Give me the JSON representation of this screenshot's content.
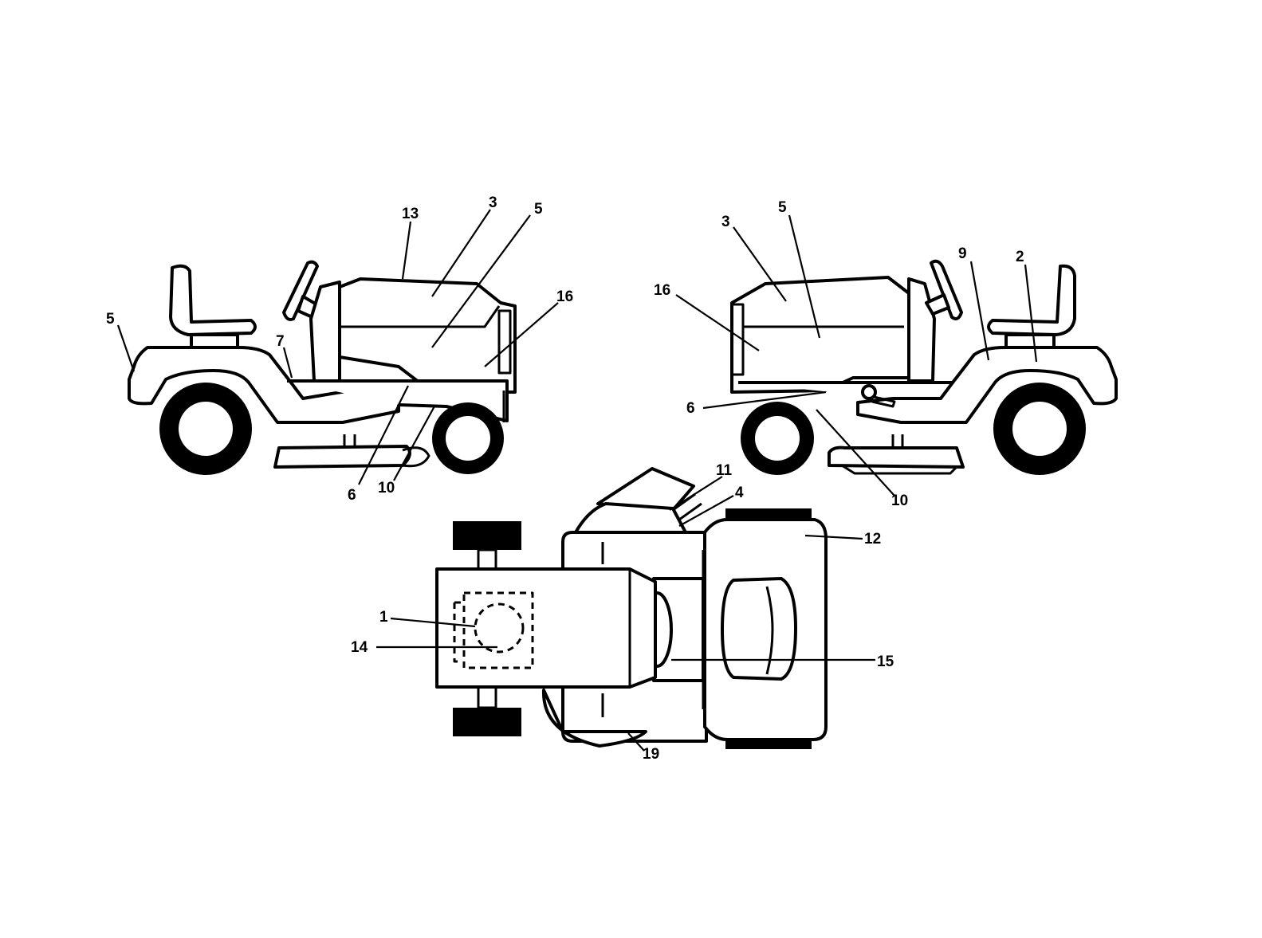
{
  "diagram": {
    "left_view_callouts": [
      "13",
      "3",
      "5",
      "16",
      "5",
      "7",
      "6",
      "10"
    ],
    "right_view_callouts": [
      "3",
      "5",
      "16",
      "9",
      "2",
      "6",
      "10"
    ],
    "top_view_callouts": [
      "11",
      "4",
      "12",
      "1",
      "14",
      "15",
      "19"
    ]
  },
  "colors": {
    "line": "#000000",
    "background": "#ffffff"
  }
}
